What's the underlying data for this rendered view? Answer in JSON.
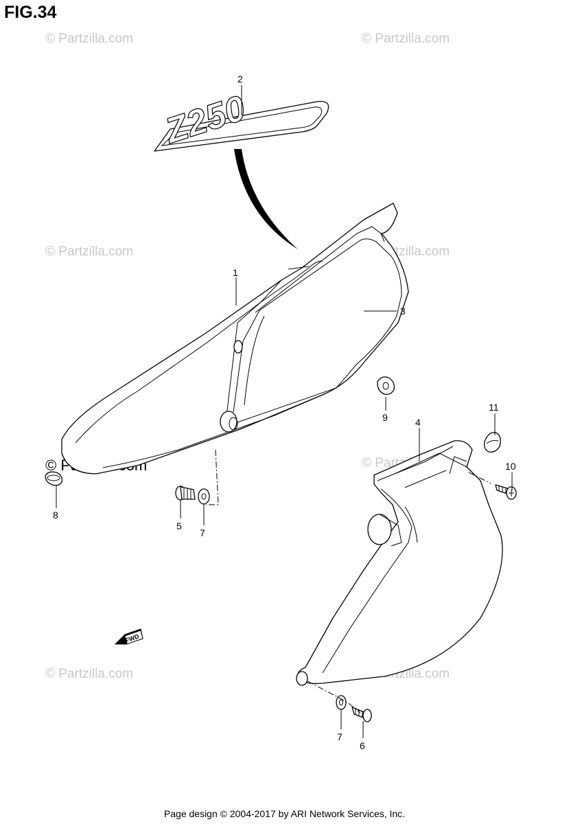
{
  "figure_title": "FIG.34",
  "footer": "Page design © 2004-2017 by ARI Network Services, Inc.",
  "watermark": "© Partzilla.com",
  "decal_text": "Z250",
  "fwd_label": "FWD",
  "callouts": {
    "c1": "1",
    "c2": "2",
    "c3": "3",
    "c4": "4",
    "c5": "5",
    "c6": "6",
    "c7a": "7",
    "c7b": "7",
    "c8": "8",
    "c9": "9",
    "c10": "10",
    "c11": "11"
  }
}
